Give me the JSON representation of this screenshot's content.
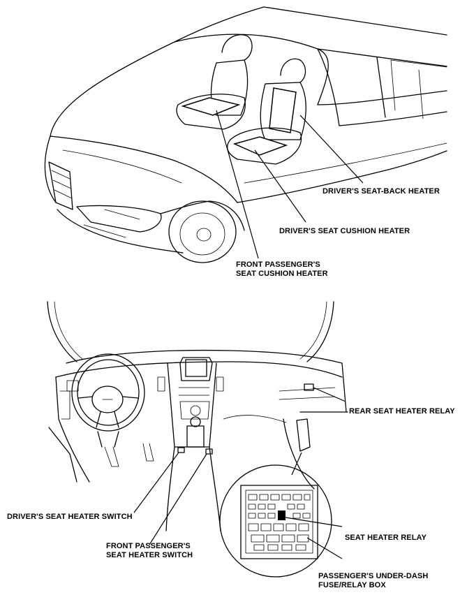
{
  "labels": {
    "drivers_seat_back_heater": "DRIVER'S SEAT-BACK HEATER",
    "drivers_seat_cushion_heater": "DRIVER'S SEAT CUSHION HEATER",
    "front_passenger_seat_cushion_heater": [
      "FRONT PASSENGER'S",
      "SEAT CUSHION HEATER"
    ],
    "rear_seat_heater_relay": "REAR SEAT HEATER RELAY",
    "drivers_seat_heater_switch": "DRIVER'S SEAT HEATER SWITCH",
    "front_passenger_seat_heater_switch": [
      "FRONT PASSENGER'S",
      "SEAT HEATER SWITCH"
    ],
    "seat_heater_relay": "SEAT HEATER RELAY",
    "passenger_under_dash_fuse_relay_box": [
      "PASSENGER'S UNDER-DASH",
      "FUSE/RELAY BOX"
    ]
  }
}
